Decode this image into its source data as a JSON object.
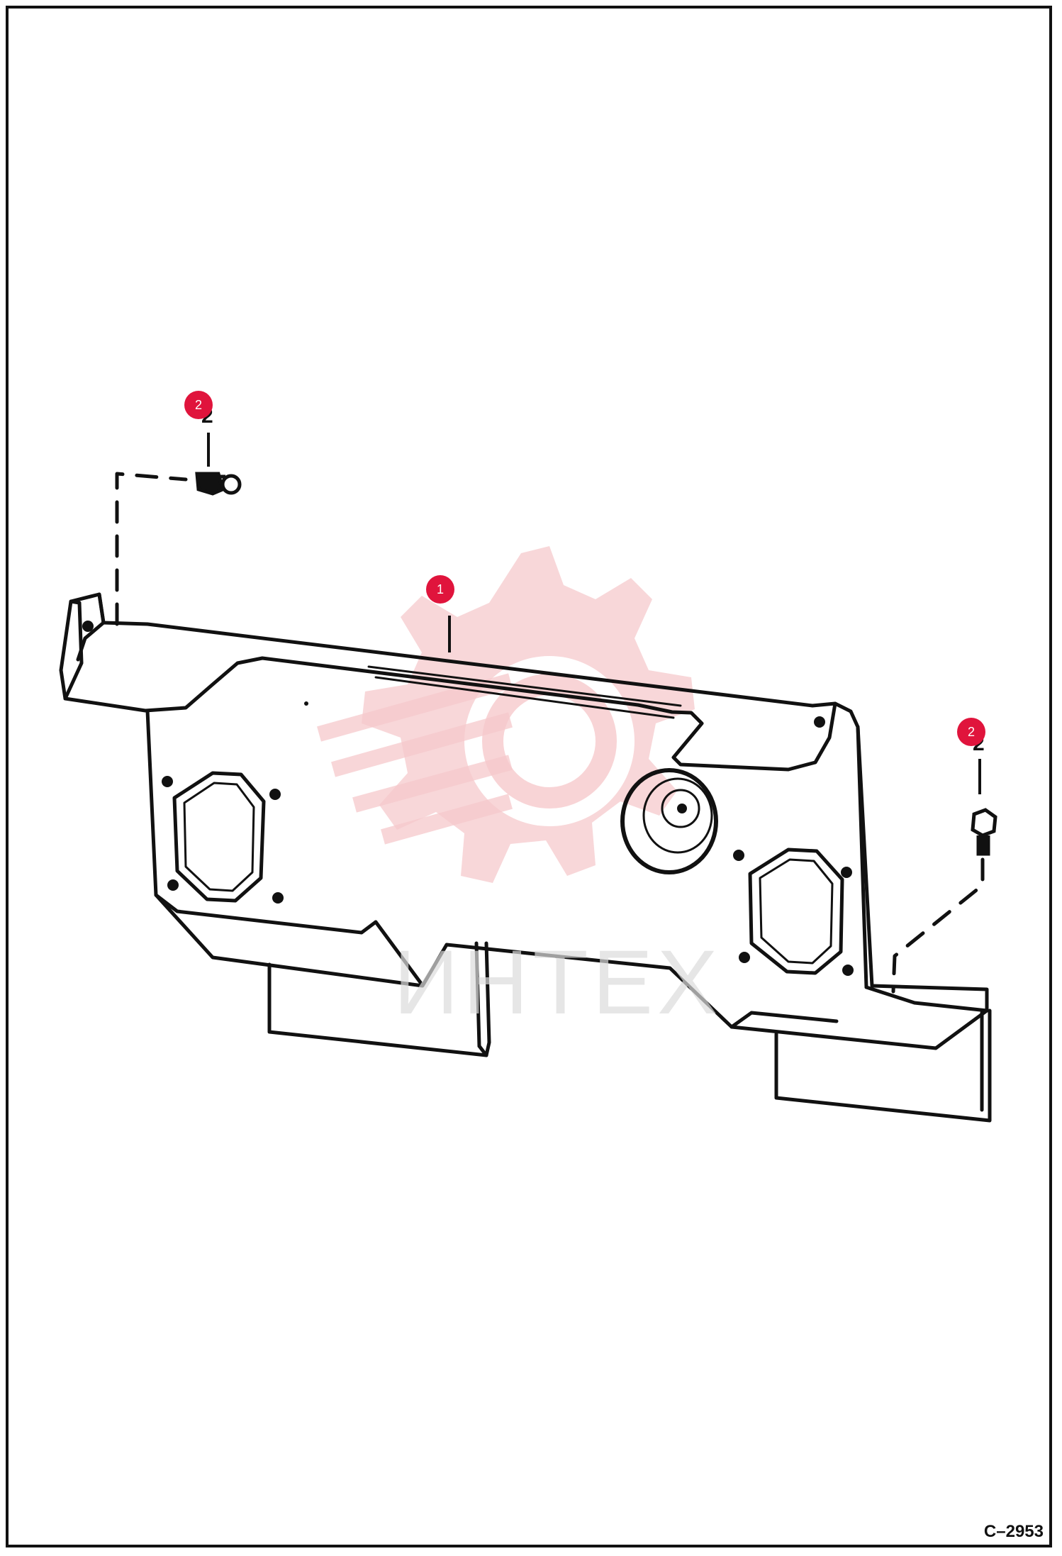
{
  "diagram": {
    "drawing_number": "C–2953",
    "part_labels": {
      "left_bolt": "2",
      "right_bolt": "2"
    },
    "callouts": [
      {
        "number": "1"
      },
      {
        "number": "2"
      },
      {
        "number": "2"
      }
    ],
    "watermark": {
      "text": "ИНТЕХ"
    },
    "colors": {
      "callout": "#e0143c",
      "line": "#111111",
      "watermark": "#f6c9cc"
    }
  }
}
